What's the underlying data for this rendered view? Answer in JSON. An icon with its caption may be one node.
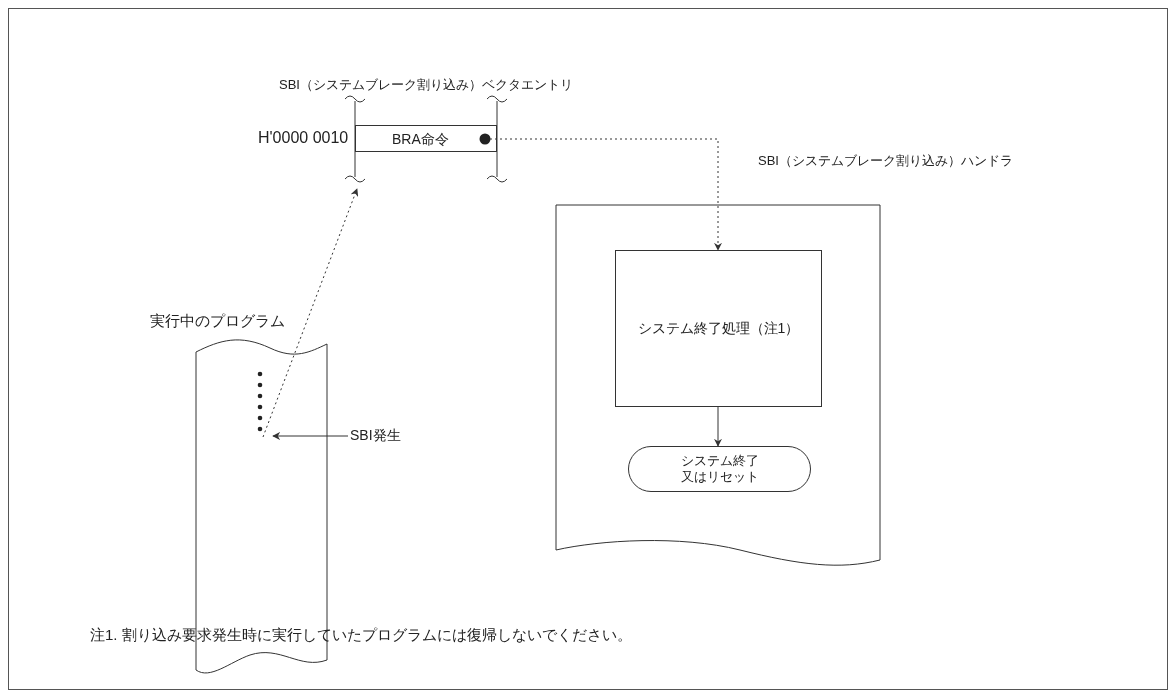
{
  "diagram": {
    "nodes": [
      {
        "text": [
          "SBI（システムブレーク割り込み）ベクタエントリ"
        ]
      },
      {
        "text": [
          "BRA命令"
        ],
        "in": 0,
        "beside": [
          "H'0000 0010"
        ]
      },
      {
        "text": [
          "実行中のプログラム"
        ]
      },
      {
        "text": [
          "SBI発生"
        ]
      },
      {
        "text": [
          "SBI（システムブレーク割り込み）ハンドラ"
        ]
      },
      {
        "text": [
          "システム終了処理（注1）"
        ],
        "in": 4
      },
      {
        "text": [
          "システム終了又はリセット"
        ],
        "in": 4
      }
    ],
    "edges": [
      {
        "from": 1,
        "to": 5,
        "arrow": "to",
        "style": "dashed"
      },
      {
        "from": 5,
        "to": 6,
        "arrow": "to"
      },
      {
        "from": 3,
        "to": 2,
        "arrow": "to"
      },
      {
        "from": 2,
        "to": 0,
        "arrow": "to",
        "style": "dashed"
      }
    ],
    "labels": [
      "注1. 割り込み要求発生時に実行していたプログラムには復帰しないでください。"
    ]
  }
}
